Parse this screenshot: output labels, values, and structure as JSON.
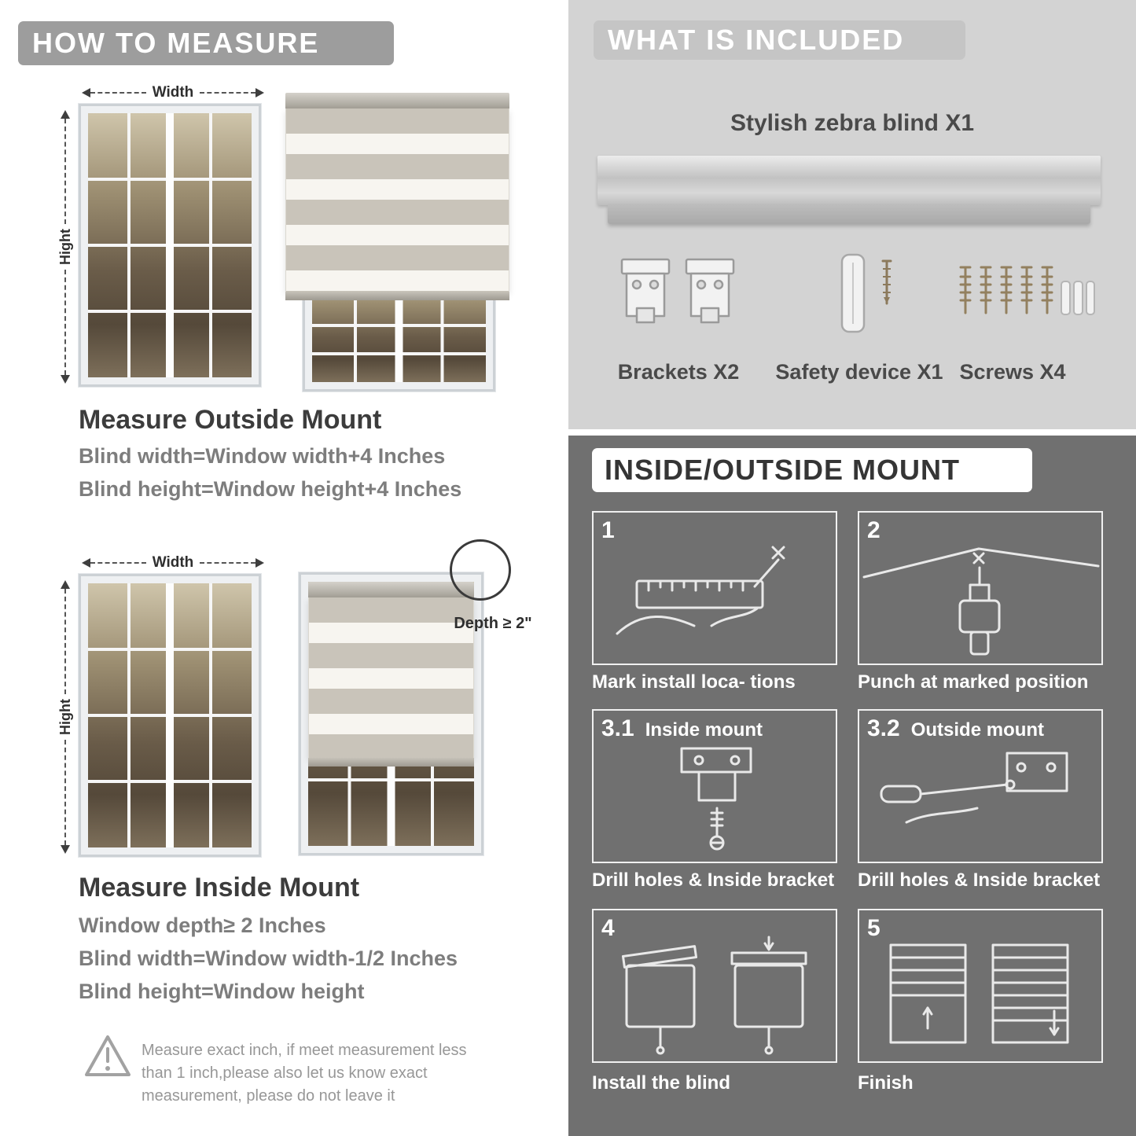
{
  "colors": {
    "left_banner_bg": "#9d9d9d",
    "included_panel_bg": "#d3d3d3",
    "included_banner_bg": "#c5c5c5",
    "mount_panel_bg": "#707070",
    "heading_text": "#3c3c3c",
    "body_text": "#7d7d7d"
  },
  "how_to_measure": {
    "header": "HOW TO MEASURE",
    "outside": {
      "width_label": "Width",
      "height_label": "Hight",
      "title": "Measure Outside Mount",
      "lines": [
        "Blind width=Window width+4 Inches",
        "Blind height=Window height+4 Inches"
      ]
    },
    "inside": {
      "width_label": "Width",
      "height_label": "Hight",
      "depth_label": "Depth ≥ 2\"",
      "title": "Measure Inside Mount",
      "lines": [
        "Window depth≥ 2 Inches",
        "Blind width=Window width-1/2 Inches",
        "Blind height=Window height"
      ]
    },
    "warning_text": "Measure exact inch, if meet measurement less than 1 inch,please also let us know exact measurement, please do not leave it"
  },
  "what_is_included": {
    "header": "WHAT IS INCLUDED",
    "product_title": "Stylish zebra blind X1",
    "items": [
      {
        "name": "brackets",
        "label": "Brackets X2"
      },
      {
        "name": "safety-device",
        "label": "Safety device X1"
      },
      {
        "name": "screws",
        "label": "Screws X4"
      }
    ]
  },
  "mount_guide": {
    "header": "INSIDE/OUTSIDE MOUNT",
    "steps": [
      {
        "num": "1",
        "caption": "Mark install loca- tions"
      },
      {
        "num": "2",
        "caption": "Punch at  marked position"
      },
      {
        "num": "3.1",
        "title": "Inside mount",
        "caption": "Drill holes &  Inside bracket"
      },
      {
        "num": "3.2",
        "title": "Outside mount",
        "caption": "Drill holes &  Inside bracket"
      },
      {
        "num": "4",
        "caption": "Install the blind"
      },
      {
        "num": "5",
        "caption": "Finish"
      }
    ]
  }
}
